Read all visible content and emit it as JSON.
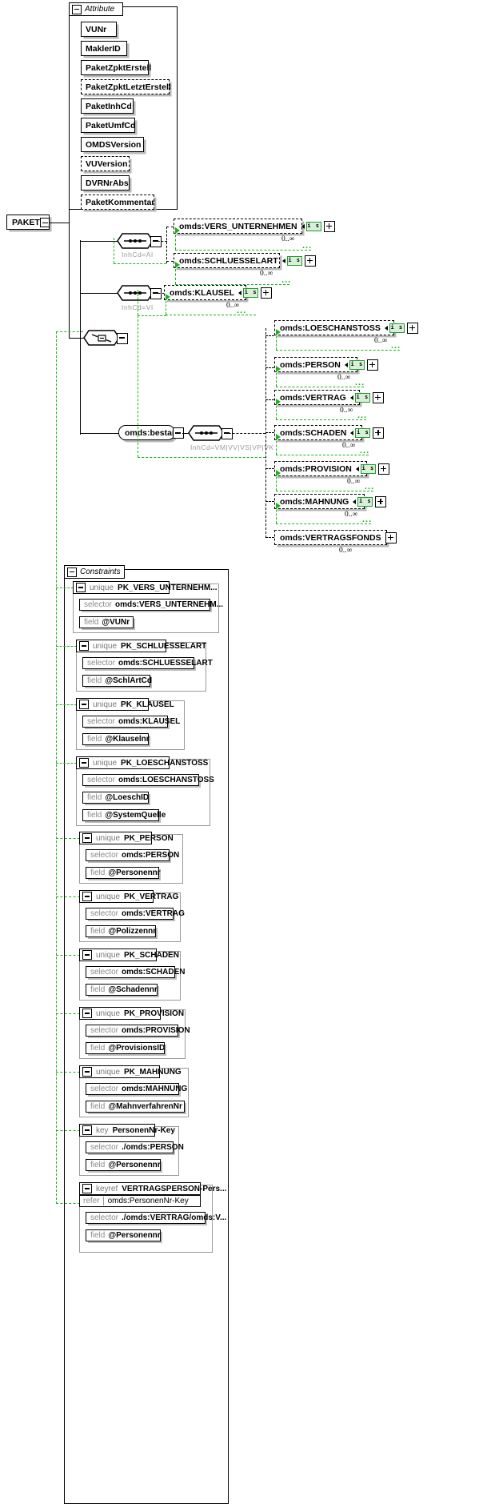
{
  "diagram": {
    "type": "xsd-schema-diagram",
    "root": {
      "label": "PAKET"
    },
    "attribute_group": {
      "title": "Attribute",
      "items": [
        {
          "label": "VUNr",
          "optional": false
        },
        {
          "label": "MaklerID",
          "optional": false
        },
        {
          "label": "PaketZpktErstell",
          "optional": false
        },
        {
          "label": "PaketZpktLetztErstell",
          "optional": true
        },
        {
          "label": "PaketInhCd",
          "optional": false
        },
        {
          "label": "PaketUmfCd",
          "optional": false
        },
        {
          "label": "OMDSVersion",
          "optional": false
        },
        {
          "label": "VUVersion",
          "optional": true
        },
        {
          "label": "DVRNrAbs",
          "optional": false
        },
        {
          "label": "PaketKommentar",
          "optional": true
        }
      ]
    },
    "branches": [
      {
        "id": "branch-ai",
        "compositor": "sequence",
        "annotation": "InhCd=AI",
        "children": [
          {
            "label": "omds:VERS_UNTERNEHMEN",
            "badge": "i s",
            "occurs": "0..∞"
          },
          {
            "label": "omds:SCHLUESSELART",
            "badge": "i s",
            "occurs": "0..∞"
          }
        ]
      },
      {
        "id": "branch-vi",
        "compositor": "sequence",
        "annotation": "InhCd=VI",
        "children": [
          {
            "label": "omds:KLAUSEL",
            "badge": "i s",
            "occurs": "0..∞"
          }
        ]
      },
      {
        "id": "branch-bestand",
        "group_label": "omds:bestand",
        "compositor": "sequence",
        "annotation": "InhCd=VM|VV|VS|VP|VK",
        "children": [
          {
            "label": "omds:LOESCHANSTOSS",
            "badge": "i s",
            "occurs": "0..∞"
          },
          {
            "label": "omds:PERSON",
            "badge": "i s",
            "occurs": "0..∞"
          },
          {
            "label": "omds:VERTRAG",
            "badge": "i s",
            "occurs": "0..∞"
          },
          {
            "label": "omds:SCHADEN",
            "badge": "i s",
            "occurs": "0..∞"
          },
          {
            "label": "omds:PROVISION",
            "badge": "i s",
            "occurs": "0..∞"
          },
          {
            "label": "omds:MAHNUNG",
            "badge": "i s",
            "occurs": "0..∞"
          },
          {
            "label": "omds:VERTRAGSFONDS",
            "badge": "",
            "occurs": "0..∞"
          }
        ]
      }
    ],
    "constraints": {
      "title": "Constraints",
      "items": [
        {
          "kind": "unique",
          "name": "PK_VERS_UNTERNEHM...",
          "selector_label": "selector",
          "selector": "omds:VERS_UNTERNEHM...",
          "field_label": "field",
          "fields": [
            "@VUNr"
          ]
        },
        {
          "kind": "unique",
          "name": "PK_SCHLUESSELART",
          "selector_label": "selector",
          "selector": "omds:SCHLUESSELART",
          "field_label": "field",
          "fields": [
            "@SchlArtCd"
          ]
        },
        {
          "kind": "unique",
          "name": "PK_KLAUSEL",
          "selector_label": "selector",
          "selector": "omds:KLAUSEL",
          "field_label": "field",
          "fields": [
            "@Klauselnr"
          ]
        },
        {
          "kind": "unique",
          "name": "PK_LOESCHANSTOSS",
          "selector_label": "selector",
          "selector": "omds:LOESCHANSTOSS",
          "field_label": "field",
          "fields": [
            "@LoeschID",
            "@SystemQuelle"
          ]
        },
        {
          "kind": "unique",
          "name": "PK_PERSON",
          "selector_label": "selector",
          "selector": "omds:PERSON",
          "field_label": "field",
          "fields": [
            "@Personennr"
          ]
        },
        {
          "kind": "unique",
          "name": "PK_VERTRAG",
          "selector_label": "selector",
          "selector": "omds:VERTRAG",
          "field_label": "field",
          "fields": [
            "@Polizzennr"
          ]
        },
        {
          "kind": "unique",
          "name": "PK_SCHADEN",
          "selector_label": "selector",
          "selector": "omds:SCHADEN",
          "field_label": "field",
          "fields": [
            "@Schadennr"
          ]
        },
        {
          "kind": "unique",
          "name": "PK_PROVISION",
          "selector_label": "selector",
          "selector": "omds:PROVISION",
          "field_label": "field",
          "fields": [
            "@ProvisionsID"
          ]
        },
        {
          "kind": "unique",
          "name": "PK_MAHNUNG",
          "selector_label": "selector",
          "selector": "omds:MAHNUNG",
          "field_label": "field",
          "fields": [
            "@MahnverfahrenNr"
          ]
        },
        {
          "kind": "key",
          "name": "PersonenNr-Key",
          "selector_label": "selector",
          "selector": "./omds:PERSON",
          "field_label": "field",
          "fields": [
            "@Personennr"
          ]
        },
        {
          "kind": "keyref",
          "name": "VERTRAGSPERSON-Pers...",
          "refer_label": "refer",
          "refer": "omds:PersonenNr-Key",
          "selector_label": "selector",
          "selector": "./omds:VERTRAG/omds:V...",
          "field_label": "field",
          "fields": [
            "@Personennr"
          ]
        }
      ]
    },
    "colors": {
      "constraint_link": "#19b319",
      "badge_border": "#1f9c2f",
      "badge_fill": "#d8f0d8",
      "shadow": "#b8b8b8"
    }
  }
}
